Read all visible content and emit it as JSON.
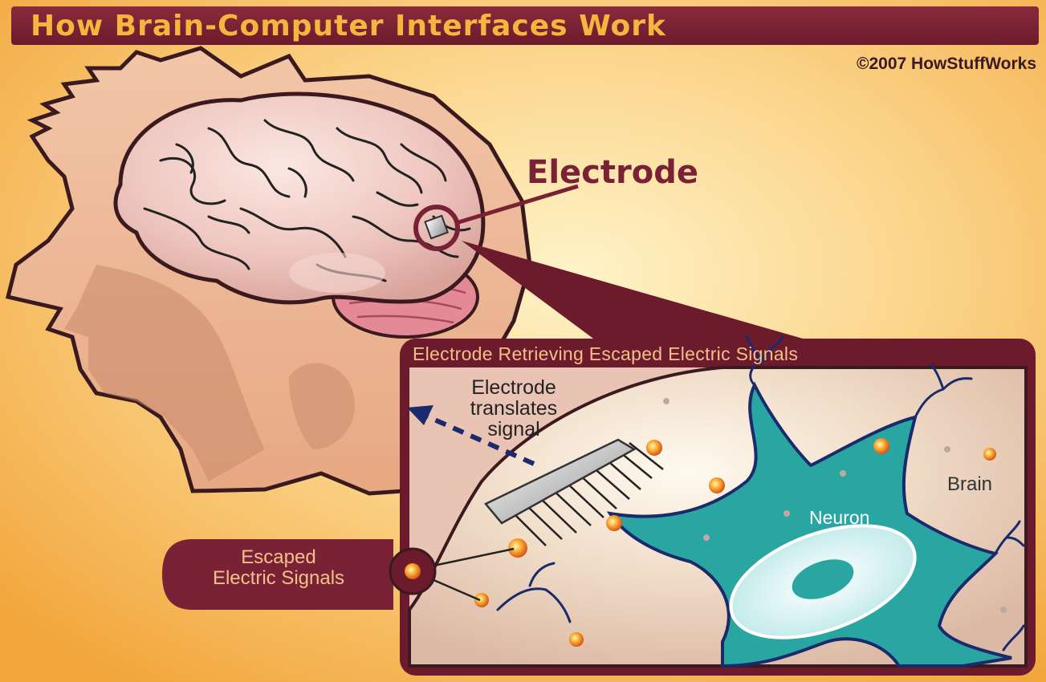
{
  "title": "How Brain-Computer Interfaces Work",
  "copyright": "©2007 HowStuffWorks",
  "labels": {
    "electrode": "Electrode",
    "inset_title": "Electrode Retrieving Escaped Electric Signals",
    "translates_line1": "Electrode",
    "translates_line2": "translates",
    "translates_line3": "signal",
    "brain": "Brain",
    "neuron": "Neuron",
    "escaped_line1": "Escaped",
    "escaped_line2": "Electric Signals"
  },
  "colors": {
    "title_bar": "#7a2235",
    "title_text": "#f6b53e",
    "background": "#f6b64a",
    "neuron": "#2aa6a2",
    "signal": "#f5a623"
  }
}
